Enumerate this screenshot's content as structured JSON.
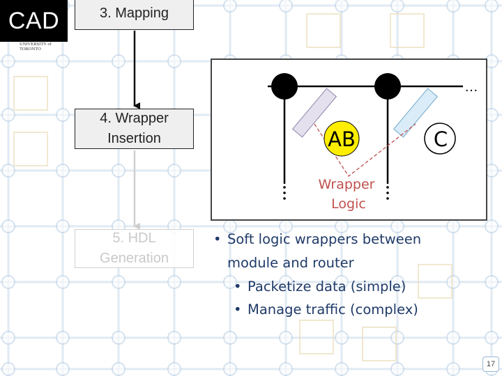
{
  "header": {
    "badge": "CAD",
    "university_logo": "UNIVERSITY of TORONTO"
  },
  "flow": {
    "steps": [
      {
        "label": "3. Mapping",
        "state": "active"
      },
      {
        "label": "4. Wrapper\nInsertion",
        "state": "active"
      },
      {
        "label": "5. HDL\nGeneration",
        "state": "faded"
      }
    ]
  },
  "figure": {
    "nodes": [
      "AB",
      "C"
    ],
    "callout": "Wrapper\nLogic",
    "ellipsis": "…",
    "colors": {
      "router": "#000000",
      "wrapper_left": "#e4e0ee",
      "wrapper_right": "#d9ecf7",
      "module_ab": "#ffee00",
      "callout": "#c0504d"
    }
  },
  "bullets": [
    {
      "level": 1,
      "marker": "•",
      "text": "Soft logic wrappers between"
    },
    {
      "level": 1,
      "marker": "",
      "text": "module and router"
    },
    {
      "level": 2,
      "marker": "•",
      "text": "Packetize data (simple)"
    },
    {
      "level": 2,
      "marker": "•",
      "text": "Manage traffic (complex)"
    }
  ],
  "page_number": "17",
  "theme": {
    "grid": "#c7d9ea",
    "grid_node": "#bcd1e6",
    "text": "#1f3a68"
  }
}
